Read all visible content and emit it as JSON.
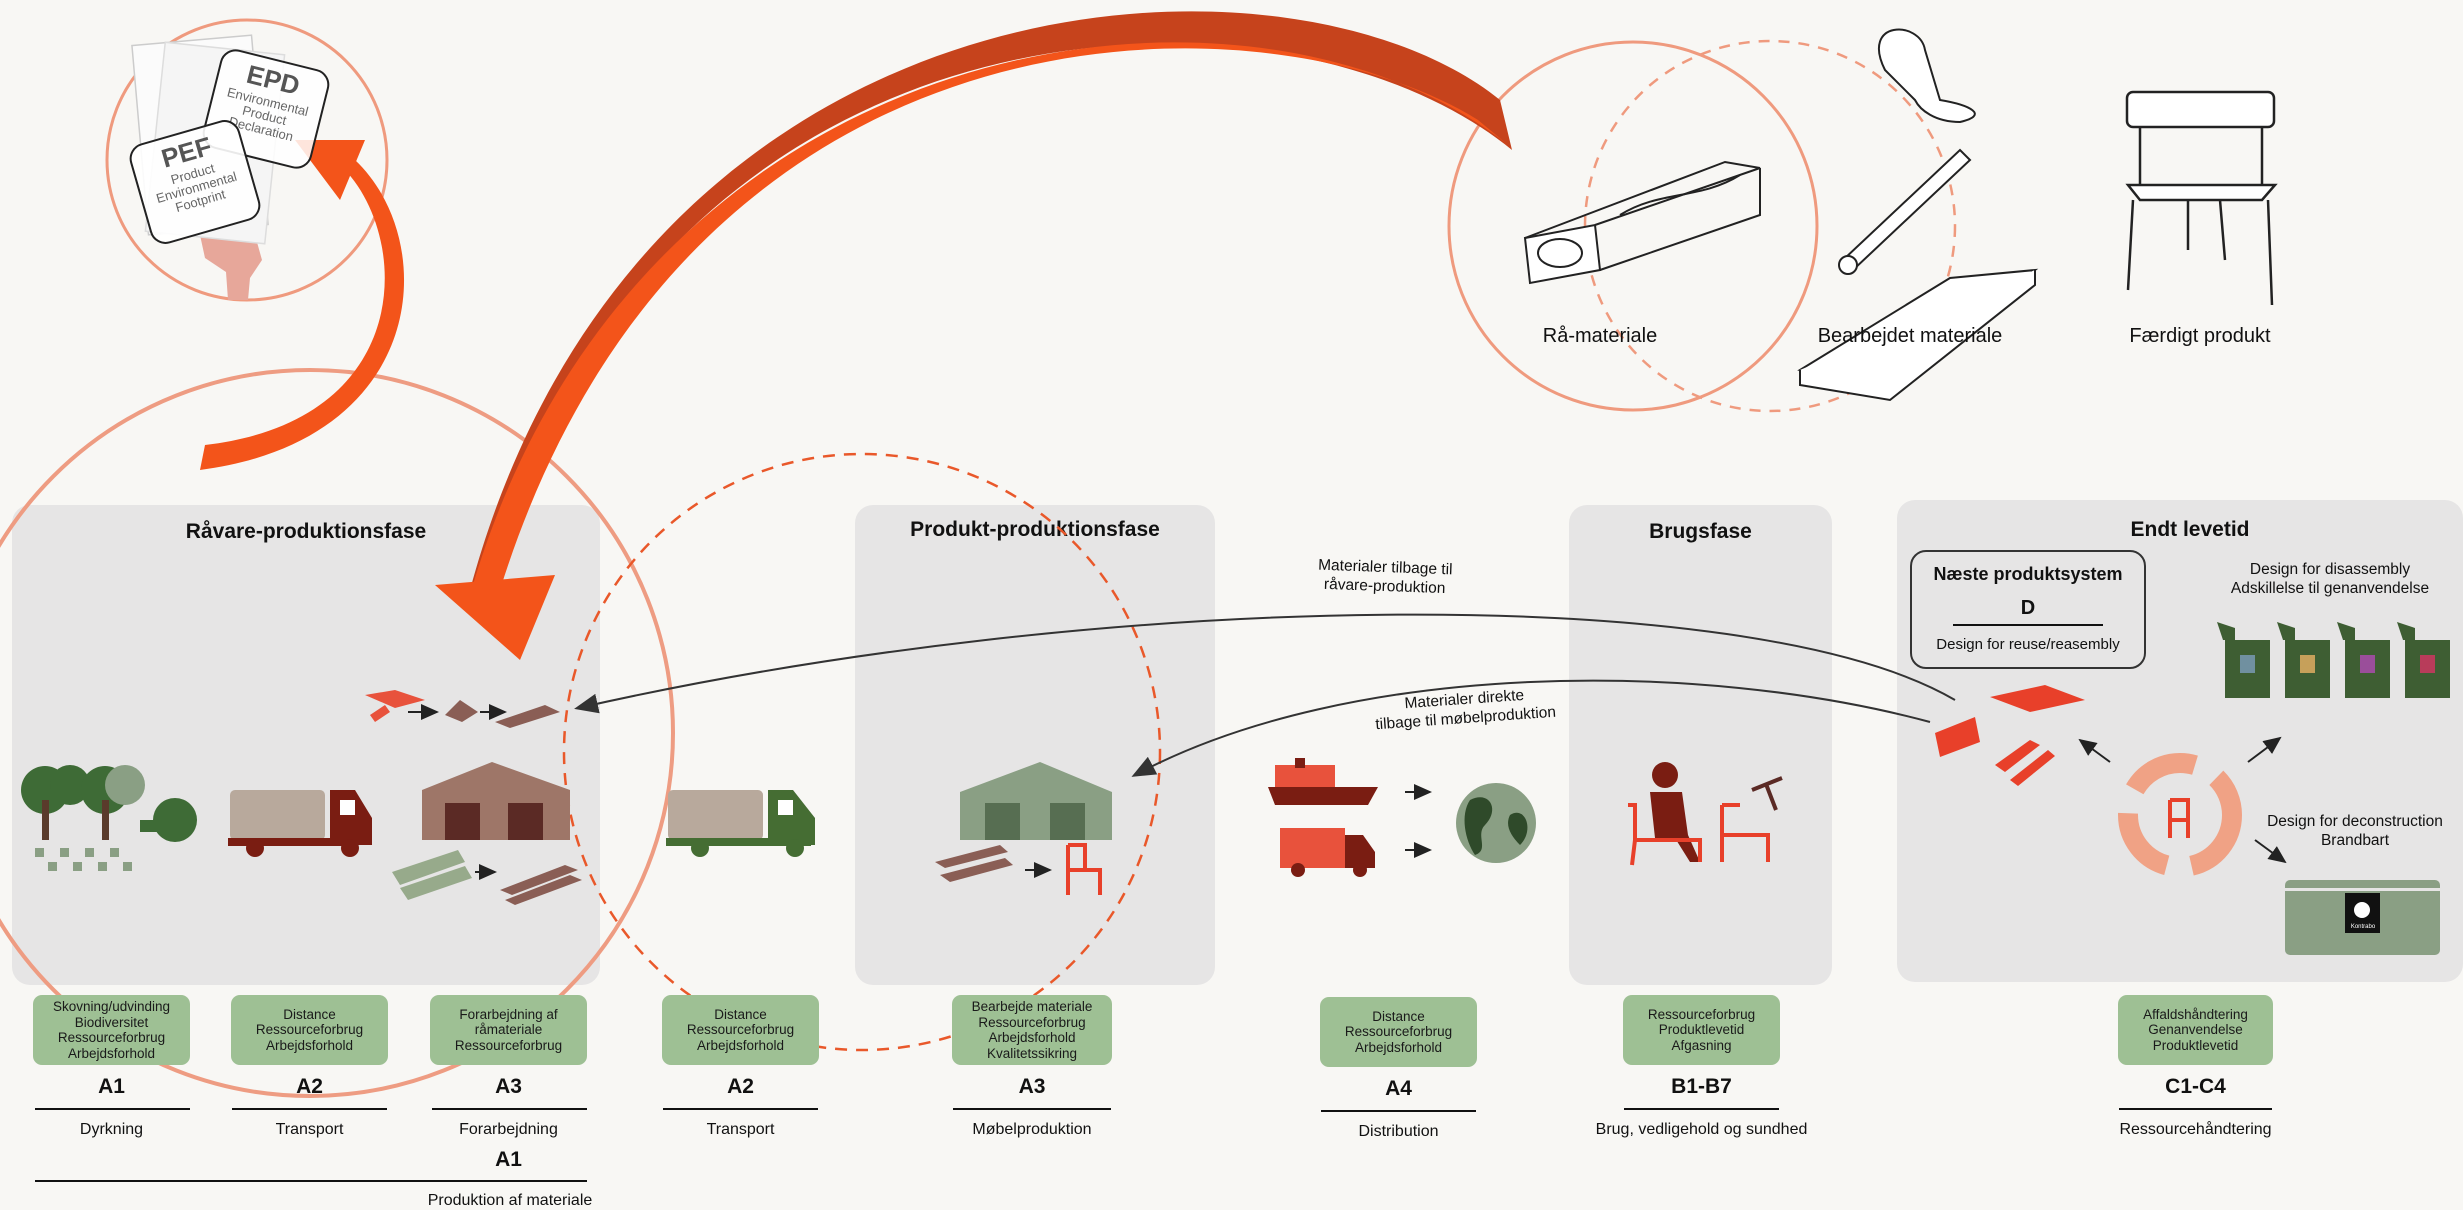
{
  "top_labels": {
    "raw": "Rå-materiale",
    "processed": "Bearbejdet materiale",
    "finished": "Færdigt produkt"
  },
  "badges": {
    "epd_title": "EPD",
    "epd_lines": [
      "Environmental",
      "Product",
      "Declaration"
    ],
    "pef_title": "PEF",
    "pef_lines": [
      "Product",
      "Environmental",
      "Footprint"
    ]
  },
  "phases": {
    "raw_production": "Råvare-produktionsfase",
    "product_production": "Produkt-produktionsfase",
    "use": "Brugsfase",
    "end_of_life": "Endt levetid"
  },
  "next_system": {
    "title": "Næste produktsystem",
    "code": "D",
    "subtitle": "Design for reuse/reasembly"
  },
  "eol_notes": {
    "disassembly": [
      "Design for disassembly",
      "Adskillelse til genanvendelse"
    ],
    "deconstruction": [
      "Design for deconstruction",
      "Brandbart"
    ]
  },
  "flows": {
    "back_to_raw": [
      "Materialer tilbage til",
      "råvare-produktion"
    ],
    "back_to_furniture": [
      "Materialer direkte",
      "tilbage til møbelproduktion"
    ]
  },
  "bin_label": "Kontrabo",
  "stages": [
    {
      "lines": [
        "Skovning/udvinding",
        "Biodiversitet",
        "Ressourceforbrug",
        "Arbejdsforhold"
      ],
      "code": "A1",
      "label": "Dyrkning"
    },
    {
      "lines": [
        "Distance",
        "Ressourceforbrug",
        "Arbejdsforhold"
      ],
      "code": "A2",
      "label": "Transport"
    },
    {
      "lines": [
        "Forarbejdning af",
        "råmateriale",
        "Ressourceforbrug"
      ],
      "code": "A3",
      "label": "Forarbejdning"
    },
    {
      "lines": [
        "Distance",
        "Ressourceforbrug",
        "Arbejdsforhold"
      ],
      "code": "A2",
      "label": "Transport"
    },
    {
      "lines": [
        "Bearbejde materiale",
        "Ressourceforbrug",
        "Arbejdsforhold",
        "Kvalitetssikring"
      ],
      "code": "A3",
      "label": "Møbelproduktion"
    },
    {
      "lines": [
        "Distance",
        "Ressourceforbrug",
        "Arbejdsforhold"
      ],
      "code": "A4",
      "label": "Distribution"
    },
    {
      "lines": [
        "Ressourceforbrug",
        "Produktlevetid",
        "Afgasning"
      ],
      "code": "B1-B7",
      "label": "Brug, vedligehold og sundhed"
    },
    {
      "lines": [
        "Affaldshåndtering",
        "Genanvendelse",
        "Produktlevetid"
      ],
      "code": "C1-C4",
      "label": "Ressourcehåndtering"
    }
  ],
  "group": {
    "code": "A1",
    "label": "Produktion af materiale"
  }
}
